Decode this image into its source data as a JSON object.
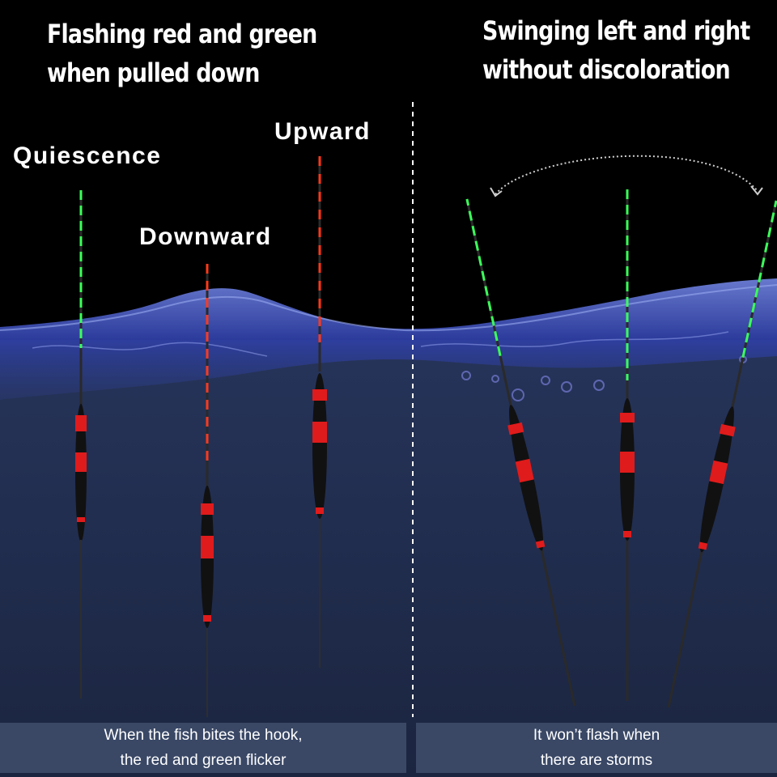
{
  "headlines": {
    "left": [
      "Flashing red and green",
      "when pulled down"
    ],
    "right": [
      "Swinging left and right",
      "without discoloration"
    ]
  },
  "labels": {
    "quiescence": "Quiescence",
    "downward": "Downward",
    "upward": "Upward"
  },
  "captions": {
    "left": [
      "When the fish bites the hook,",
      "the red and green flicker"
    ],
    "right": [
      "It won’t flash when",
      "there are storms"
    ]
  },
  "colors": {
    "sky": "#000000",
    "underwater": "#1e2a44",
    "water_surface": "#3b4bb0",
    "caption_bar": "#3a4866",
    "led_green": "#3bff5a",
    "led_red": "#ff3a1a",
    "float_band": "#e01b1b",
    "float_body": "#111111"
  },
  "icons": [
    "fishing-float-icon",
    "water-wave-icon",
    "swing-arc-icon"
  ]
}
